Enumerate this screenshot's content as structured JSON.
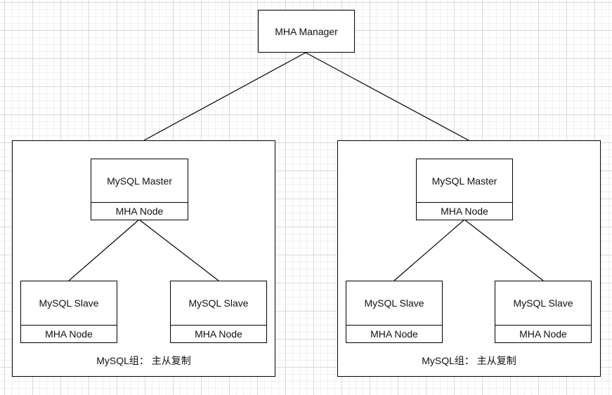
{
  "manager": {
    "label": "MHA Manager"
  },
  "groups": [
    {
      "master": {
        "name": "MySQL Master",
        "node": "MHA Node"
      },
      "slaves": [
        {
          "name": "MySQL Slave",
          "node": "MHA Node"
        },
        {
          "name": "MySQL Slave",
          "node": "MHA Node"
        }
      ],
      "caption": "MySQL组： 主从复制"
    },
    {
      "master": {
        "name": "MySQL Master",
        "node": "MHA Node"
      },
      "slaves": [
        {
          "name": "MySQL Slave",
          "node": "MHA Node"
        },
        {
          "name": "MySQL Slave",
          "node": "MHA Node"
        }
      ],
      "caption": "MySQL组： 主从复制"
    }
  ]
}
